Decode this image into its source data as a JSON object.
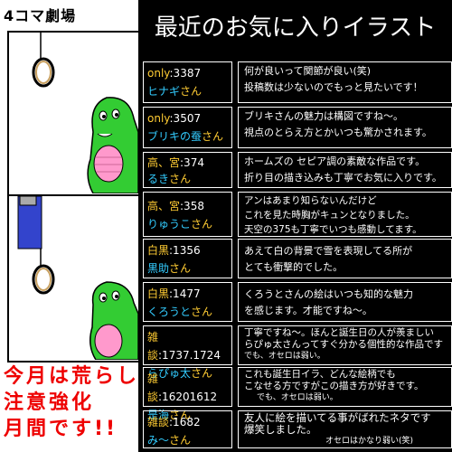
{
  "manga": {
    "title": "4コマ劇場",
    "note_lines": [
      "今月は荒らし",
      "注意強化",
      "月間です!!"
    ]
  },
  "page_title": "最近のお気に入りイラスト",
  "entries": [
    {
      "tag": "only",
      "num": ":3387",
      "name": "ヒナギ",
      "suffix": "さん",
      "lines": [
        "何が良いって関節が良い(笑)",
        "投稿数は少ないのでもっと見たいです！"
      ]
    },
    {
      "tag": "only",
      "num": ":3507",
      "name": "ブリキの蚕",
      "suffix": "さん",
      "lines": [
        "ブリキさんの魅力は構図ですね〜。",
        "視点のとらえ方とかいつも驚かされます。"
      ]
    },
    {
      "tag": "高、宮",
      "num": ":374",
      "name": "るき",
      "suffix": "さん",
      "lines": [
        "ホームズの セピア調の素敵な作品です。",
        "折り目の描き込みも丁寧でお気に入りです。"
      ]
    },
    {
      "tag": "高、宮",
      "num": ":358",
      "name": "りゅうこ",
      "suffix": "さん",
      "lines": [
        "アンはあまり知らないんだけど",
        "これを見た時胸がキュンとなりました。",
        "天空の375も丁寧でいつも感動してます。"
      ]
    },
    {
      "tag": "白黒",
      "num": ":1356",
      "name": "黒助",
      "suffix": "さん",
      "lines": [
        "あえて白の背景で雪を表現してる所が",
        "とても衝撃的でした。"
      ]
    },
    {
      "tag": "白黒",
      "num": ":1477",
      "name": "くろうと",
      "suffix": "さん",
      "lines": [
        "くろうとさんの絵はいつも知的な魅力",
        "を感じます。才能ですね〜。"
      ]
    },
    {
      "tag": "雑談",
      "num": ":1737.1724",
      "name": "らぴゅ太",
      "suffix": "さん",
      "lines": [
        "丁寧ですね〜。ほんと誕生日の人が羨ましい",
        "らぴゅ太さんってすぐ分かる個性的な作品です",
        "でも、オセロは弱い。"
      ]
    },
    {
      "tag": "雑談",
      "num": ":16201612",
      "name": "是海",
      "suffix": "さん",
      "lines": [
        "これも誕生日イラ、どんな絵柄でも",
        "こなせる方ですがこの描き方が好きです。",
        "でも、オセロは弱い。"
      ]
    },
    {
      "tag": "雑談",
      "num": ":1682",
      "name": "み〜",
      "suffix": "さん",
      "lines": [
        "友人に絵を描いてる事がばれたネタです",
        "爆笑しました。",
        "オセロはかなり弱い(笑)"
      ]
    }
  ],
  "colors": {
    "tag": "#ffcc33",
    "username": "#33ccff",
    "note": "#ee0000"
  }
}
